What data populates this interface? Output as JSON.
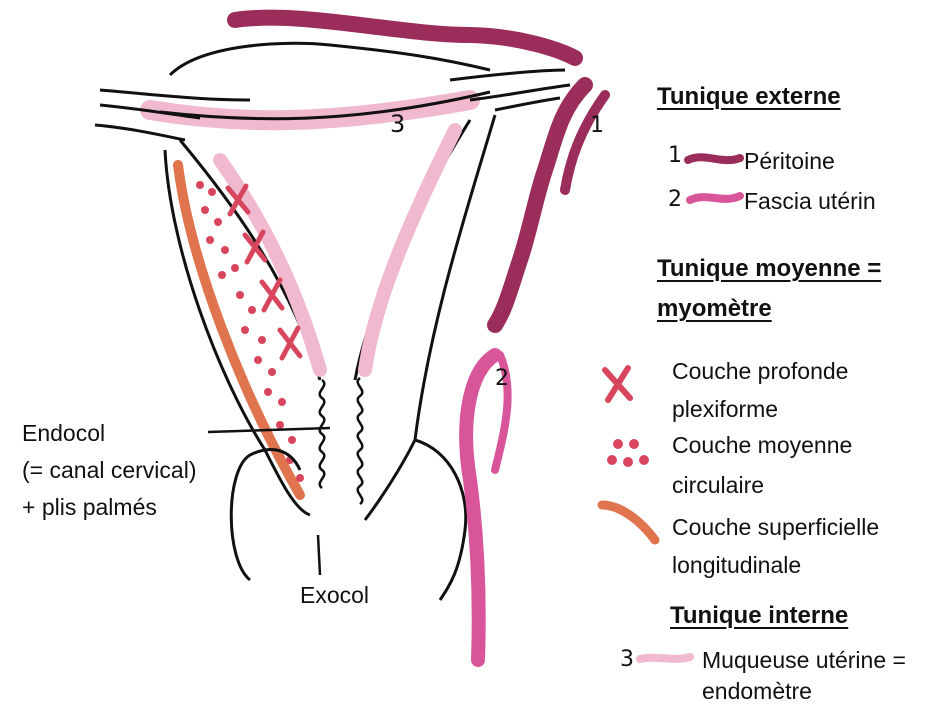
{
  "diagram": {
    "left_labels": {
      "endocol_line1": "Endocol",
      "endocol_line2": "(= canal cervical)",
      "endocol_line3": "+ plis palmés",
      "exocol": "Exocol"
    },
    "drawing_numbers": {
      "n1": "1",
      "n2": "2",
      "n3": "3"
    },
    "legend": {
      "tunique_externe": {
        "heading": "Tunique externe",
        "items": [
          {
            "key": "1",
            "label": "Péritoine"
          },
          {
            "key": "2",
            "label": "Fascia utérin"
          }
        ]
      },
      "tunique_moyenne": {
        "heading_line1": "Tunique moyenne =",
        "heading_line2": "myomètre",
        "items": [
          {
            "label_line1": "Couche profonde",
            "label_line2": "plexiforme"
          },
          {
            "label_line1": "Couche moyenne",
            "label_line2": "circulaire"
          },
          {
            "label_line1": "Couche superficielle",
            "label_line2": "longitudinale"
          }
        ]
      },
      "tunique_interne": {
        "heading": "Tunique interne",
        "items": [
          {
            "key": "3",
            "label_line1": "Muqueuse utérine =",
            "label_line2": "endomètre"
          }
        ]
      }
    },
    "colors": {
      "peritoine": "#9b2d5a",
      "fascia": "#d9559a",
      "muqueuse": "#f0b9cf",
      "myometre_orange": "#e0744f",
      "myometre_red": "#d8465e",
      "ink": "#111111"
    }
  }
}
